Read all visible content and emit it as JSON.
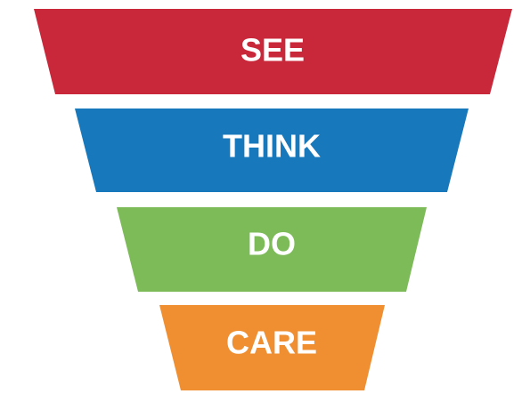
{
  "funnel": {
    "stages": [
      {
        "label": "SEE",
        "color": "#c8283a"
      },
      {
        "label": "THINK",
        "color": "#1778bb"
      },
      {
        "label": "DO",
        "color": "#7cbb58"
      },
      {
        "label": "CARE",
        "color": "#ef8f31"
      }
    ]
  }
}
